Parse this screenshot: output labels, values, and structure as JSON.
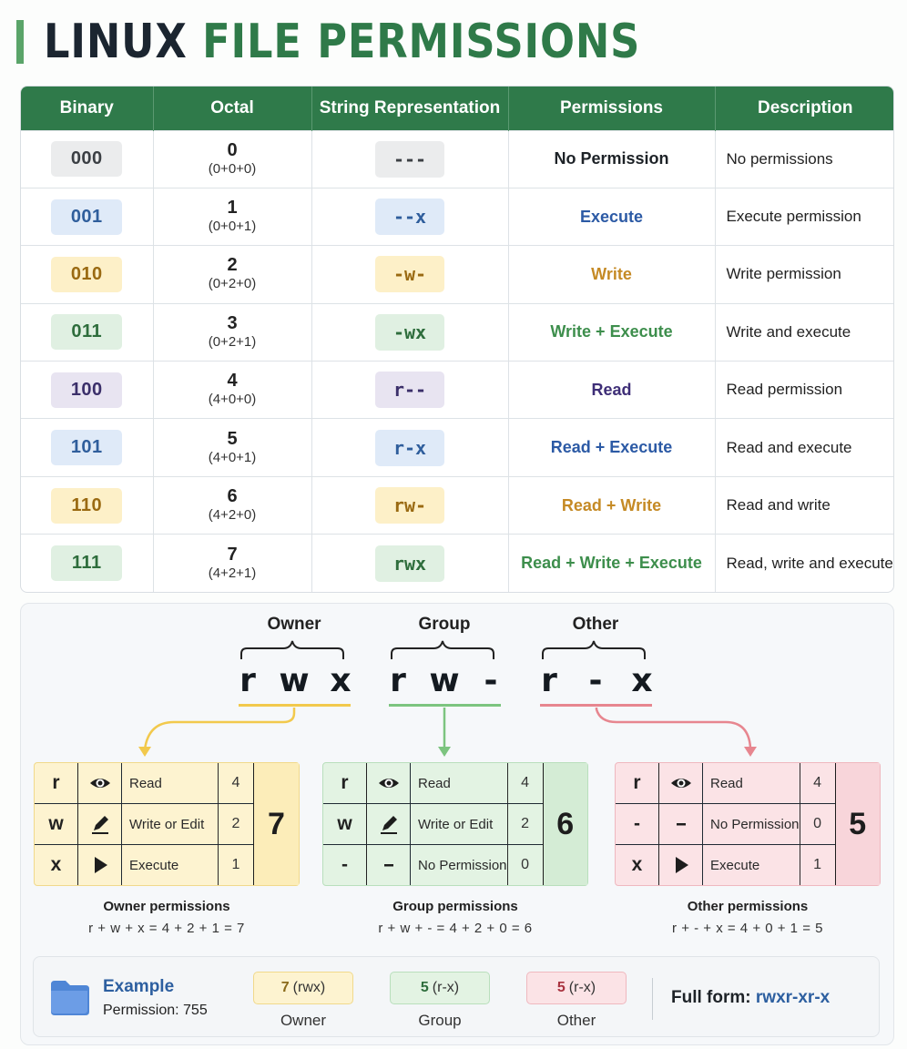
{
  "title": {
    "part1": "LINUX",
    "part2": "FILE PERMISSIONS"
  },
  "table": {
    "headers": [
      "Binary",
      "Octal",
      "String Representation",
      "Permissions",
      "Description"
    ],
    "rows": [
      {
        "binary": "000",
        "octal": "0",
        "octal_sum": "(0+0+0)",
        "string": "---",
        "permission": "No Permission",
        "description": "No permissions",
        "theme": "gray"
      },
      {
        "binary": "001",
        "octal": "1",
        "octal_sum": "(0+0+1)",
        "string": "--x",
        "permission": "Execute",
        "description": "Execute permission",
        "theme": "blue"
      },
      {
        "binary": "010",
        "octal": "2",
        "octal_sum": "(0+2+0)",
        "string": "-w-",
        "permission": "Write",
        "description": "Write permission",
        "theme": "yellow"
      },
      {
        "binary": "011",
        "octal": "3",
        "octal_sum": "(0+2+1)",
        "string": "-wx",
        "permission": "Write + Execute",
        "description": "Write and execute",
        "theme": "green"
      },
      {
        "binary": "100",
        "octal": "4",
        "octal_sum": "(4+0+0)",
        "string": "r--",
        "permission": "Read",
        "description": "Read permission",
        "theme": "purple"
      },
      {
        "binary": "101",
        "octal": "5",
        "octal_sum": "(4+0+1)",
        "string": "r-x",
        "permission": "Read + Execute",
        "description": "Read and execute",
        "theme": "blue"
      },
      {
        "binary": "110",
        "octal": "6",
        "octal_sum": "(4+2+0)",
        "string": "rw-",
        "permission": "Read + Write",
        "description": "Read and write",
        "theme": "yellow"
      },
      {
        "binary": "111",
        "octal": "7",
        "octal_sum": "(4+2+1)",
        "string": "rwx",
        "permission": "Read + Write + Execute",
        "description": "Read, write and execute",
        "theme": "green"
      }
    ]
  },
  "diagram": {
    "groups": [
      "Owner",
      "Group",
      "Other"
    ],
    "letters": [
      "r",
      "w",
      "x",
      "r",
      "w",
      "-",
      "r",
      "-",
      "x"
    ],
    "boxes": [
      {
        "theme": "yellow",
        "total": "7",
        "rows": [
          {
            "letter": "r",
            "icon": "eye-icon",
            "name": "Read",
            "value": "4"
          },
          {
            "letter": "w",
            "icon": "pencil-icon",
            "name": "Write or Edit",
            "value": "2"
          },
          {
            "letter": "x",
            "icon": "play-icon",
            "name": "Execute",
            "value": "1"
          }
        ],
        "caption": "Owner permissions",
        "equation": "r + w + x = 4 + 2 + 1 = 7"
      },
      {
        "theme": "green",
        "total": "6",
        "rows": [
          {
            "letter": "r",
            "icon": "eye-icon",
            "name": "Read",
            "value": "4"
          },
          {
            "letter": "w",
            "icon": "pencil-icon",
            "name": "Write or Edit",
            "value": "2"
          },
          {
            "letter": "-",
            "icon": "dash-icon",
            "name": "No Permission",
            "value": "0"
          }
        ],
        "caption": "Group permissions",
        "equation": "r + w + - = 4 + 2 + 0 = 6"
      },
      {
        "theme": "red",
        "total": "5",
        "rows": [
          {
            "letter": "r",
            "icon": "eye-icon",
            "name": "Read",
            "value": "4"
          },
          {
            "letter": "-",
            "icon": "dash-icon",
            "name": "No Permission",
            "value": "0"
          },
          {
            "letter": "x",
            "icon": "play-icon",
            "name": "Execute",
            "value": "1"
          }
        ],
        "caption": "Other permissions",
        "equation": "r + - + x = 4 + 0 + 1 = 5"
      }
    ]
  },
  "example": {
    "title": "Example",
    "permission": "Permission: 755",
    "chips": [
      {
        "num": "7",
        "str": "(rwx)",
        "label": "Owner"
      },
      {
        "num": "5",
        "str": "(r-x)",
        "label": "Group"
      },
      {
        "num": "5",
        "str": "(r-x)",
        "label": "Other"
      }
    ],
    "full_label": "Full form:",
    "full_value": "rwxr-xr-x"
  },
  "colors": {
    "header_green": "#2f7a4a",
    "owner_yellow": "#f2c94c",
    "group_green": "#7cc47f",
    "other_red": "#e7868f",
    "accent_blue": "#2d5fa0"
  }
}
